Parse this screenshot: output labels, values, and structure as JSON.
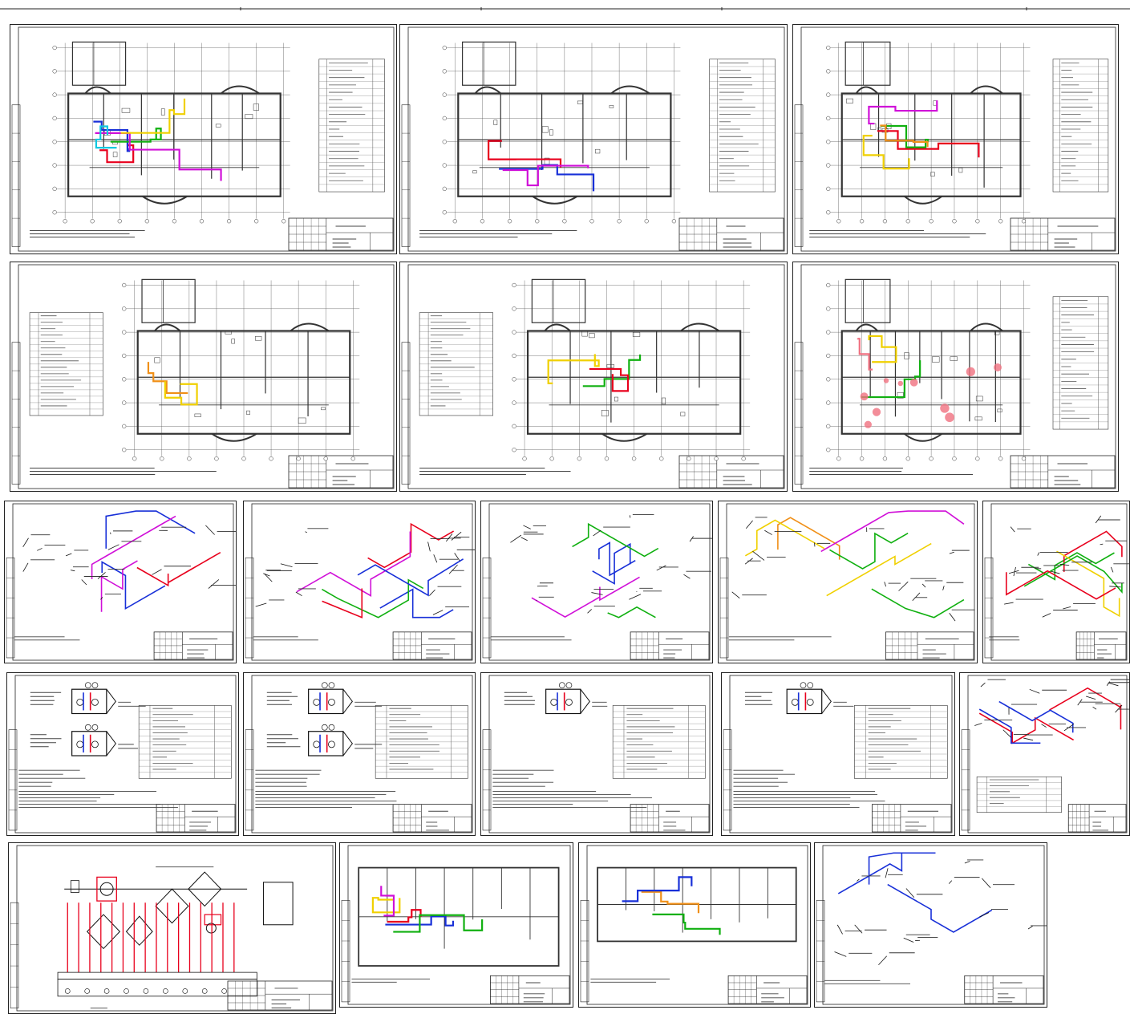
{
  "app": {
    "title": ""
  },
  "colors": {
    "background": "#ffffff",
    "frame": "#222222",
    "wall": "#333333",
    "supply": "#e8001c",
    "return": "#1830d8",
    "gas": "#f0d000",
    "water": "#10b010",
    "accent_magenta": "#d010d8",
    "accent_cyan": "#10c8e0",
    "accent_orange": "#f09018",
    "marker_pink": "#f07080"
  },
  "icons": [
    "floor-plan-icon",
    "pipe-isometric-icon",
    "equipment-table-icon",
    "schematic-icon",
    "title-block-icon"
  ],
  "sheets": [
    {
      "type": "plan-schedule-right",
      "pipes": [
        "supply",
        "return",
        "water",
        "accent_magenta",
        "accent_cyan",
        "gas"
      ]
    },
    {
      "type": "plan-schedule-right",
      "pipes": [
        "supply",
        "return",
        "accent_magenta"
      ]
    },
    {
      "type": "plan-schedule-right",
      "pipes": [
        "supply",
        "accent_magenta",
        "gas",
        "water",
        "accent_orange"
      ]
    },
    {
      "type": "plan-schedule-left",
      "pipes": [
        "accent_orange",
        "gas"
      ]
    },
    {
      "type": "plan-schedule-left",
      "pipes": [
        "water",
        "gas",
        "supply"
      ]
    },
    {
      "type": "plan-schedule-right",
      "pipes": [
        "water",
        "marker_pink",
        "gas"
      ]
    },
    {
      "type": "isometric",
      "pipes": [
        "return",
        "accent_magenta",
        "supply"
      ]
    },
    {
      "type": "isometric",
      "pipes": [
        "return",
        "supply",
        "water",
        "accent_magenta"
      ]
    },
    {
      "type": "isometric",
      "pipes": [
        "return",
        "water",
        "accent_magenta"
      ]
    },
    {
      "type": "isometric",
      "pipes": [
        "gas",
        "water",
        "accent_orange",
        "accent_magenta"
      ]
    },
    {
      "type": "isometric",
      "pipes": [
        "water",
        "supply",
        "gas"
      ]
    },
    {
      "type": "equipment",
      "units": 2
    },
    {
      "type": "equipment",
      "units": 2
    },
    {
      "type": "equipment",
      "units": 1
    },
    {
      "type": "equipment",
      "units": 1
    },
    {
      "type": "isometric-table",
      "pipes": [
        "supply",
        "return"
      ]
    },
    {
      "type": "schematic"
    },
    {
      "type": "small-plan",
      "pipes": [
        "supply",
        "return",
        "water",
        "gas",
        "accent_magenta"
      ]
    },
    {
      "type": "small-plan-strip",
      "pipes": [
        "accent_orange",
        "water",
        "return"
      ]
    },
    {
      "type": "isometric",
      "pipes": [
        "return"
      ]
    }
  ]
}
